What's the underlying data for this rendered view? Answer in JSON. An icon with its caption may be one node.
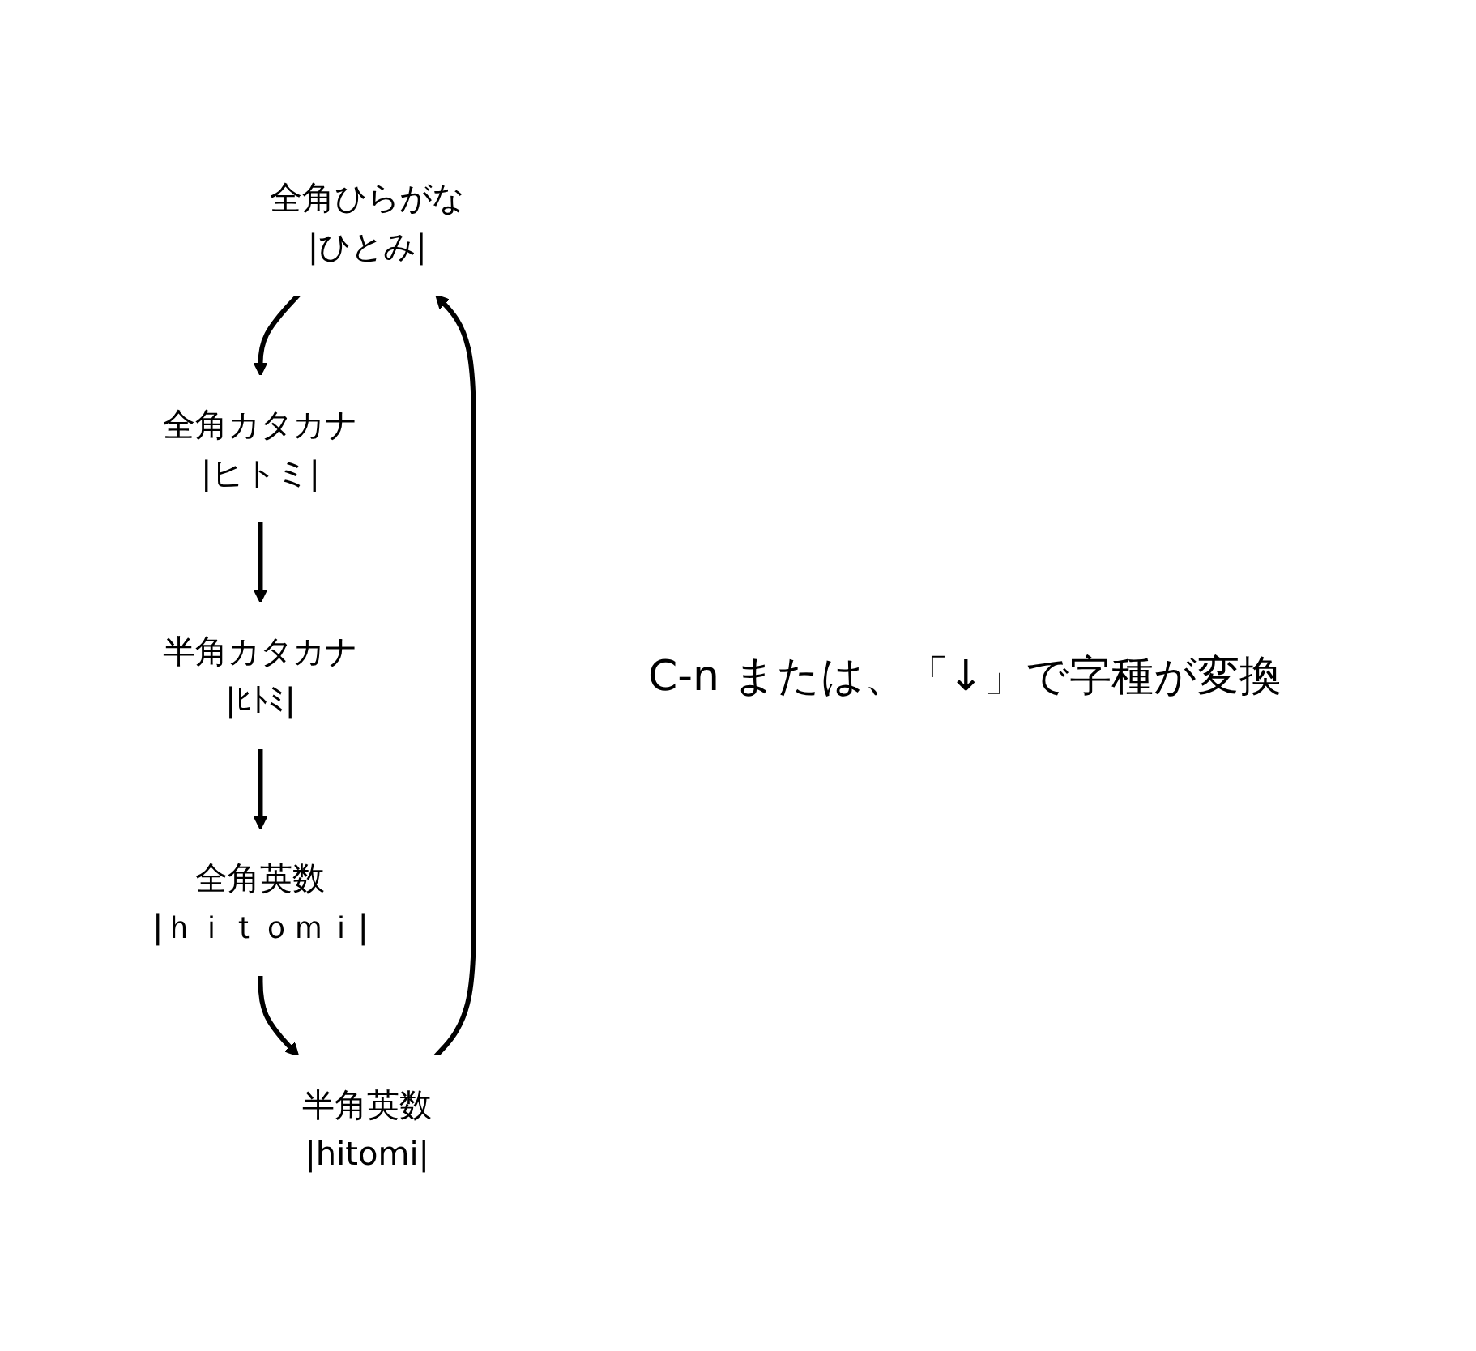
{
  "diagram": {
    "nodes": [
      {
        "text": [
          "全角ひらがな",
          "|ひとみ|"
        ]
      },
      {
        "text": [
          "全角カタカナ",
          "|ヒトミ|"
        ]
      },
      {
        "text": [
          "半角カタカナ",
          "|ﾋﾄﾐ|"
        ]
      },
      {
        "text": [
          "全角英数",
          "|ｈｉｔｏｍｉ|"
        ]
      },
      {
        "text": [
          "半角英数",
          "|hitomi|"
        ]
      }
    ],
    "edges": [
      {
        "from": 0,
        "to": 1,
        "arrow": "to"
      },
      {
        "from": 1,
        "to": 2,
        "arrow": "to"
      },
      {
        "from": 2,
        "to": 3,
        "arrow": "to"
      },
      {
        "from": 3,
        "to": 4,
        "arrow": "to"
      },
      {
        "from": 4,
        "to": 0,
        "arrow": "to"
      }
    ],
    "labels": [
      "C-n または、「↓」で字種が変換"
    ]
  }
}
